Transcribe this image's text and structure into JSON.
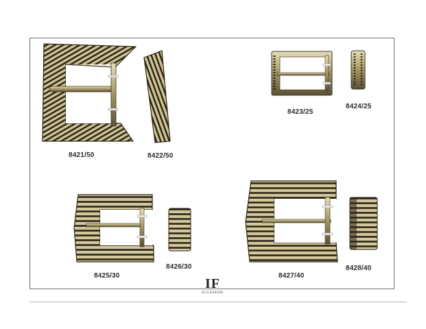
{
  "catalog": {
    "items": [
      {
        "code": "8421/50"
      },
      {
        "code": "8422/50"
      },
      {
        "code": "8423/25"
      },
      {
        "code": "8424/25"
      },
      {
        "code": "8425/30"
      },
      {
        "code": "8426/30"
      },
      {
        "code": "8427/40"
      },
      {
        "code": "8428/40"
      }
    ]
  },
  "brand": {
    "mark": "IF",
    "subtitle": "ACCESSORI"
  },
  "colors": {
    "metal_light": "#d9cfa6",
    "metal_mid": "#a39563",
    "metal_dark": "#2b2618",
    "frame_border": "#6e6e6e"
  }
}
